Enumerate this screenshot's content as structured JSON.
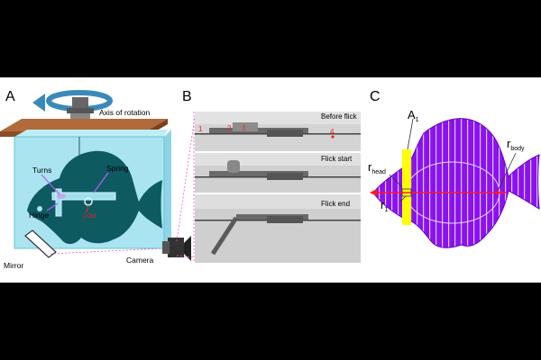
{
  "panels": {
    "a": {
      "label": "A",
      "axis_label": "Axis of rotation",
      "turns_label": "Turns",
      "spring_label": "Spring",
      "hinge_label": "Hinge",
      "com_label": "COM",
      "mirror_label": "Mirror",
      "camera_label": "Camera"
    },
    "b": {
      "label": "B",
      "frames": [
        {
          "title": "Before flick"
        },
        {
          "title": "Flick start"
        },
        {
          "title": "Flick end"
        }
      ],
      "markers": [
        "1",
        "2",
        "3",
        "4"
      ]
    },
    "c": {
      "label": "C",
      "a_label": "A",
      "a_sub": "1",
      "r_head_label": "r",
      "r_head_sub": "head",
      "r_body_label": "r",
      "r_body_sub": "body",
      "r1_label": "r",
      "r1_sub": "1"
    }
  },
  "colors": {
    "water": "#a9e4f0",
    "fish_a": "#0e5a61",
    "plate": "#9a5a32",
    "fish_c": "#8a12f0",
    "highlight": "#ffff00",
    "axis_red": "#ff1a1a",
    "marker_red": "#ff2020"
  }
}
